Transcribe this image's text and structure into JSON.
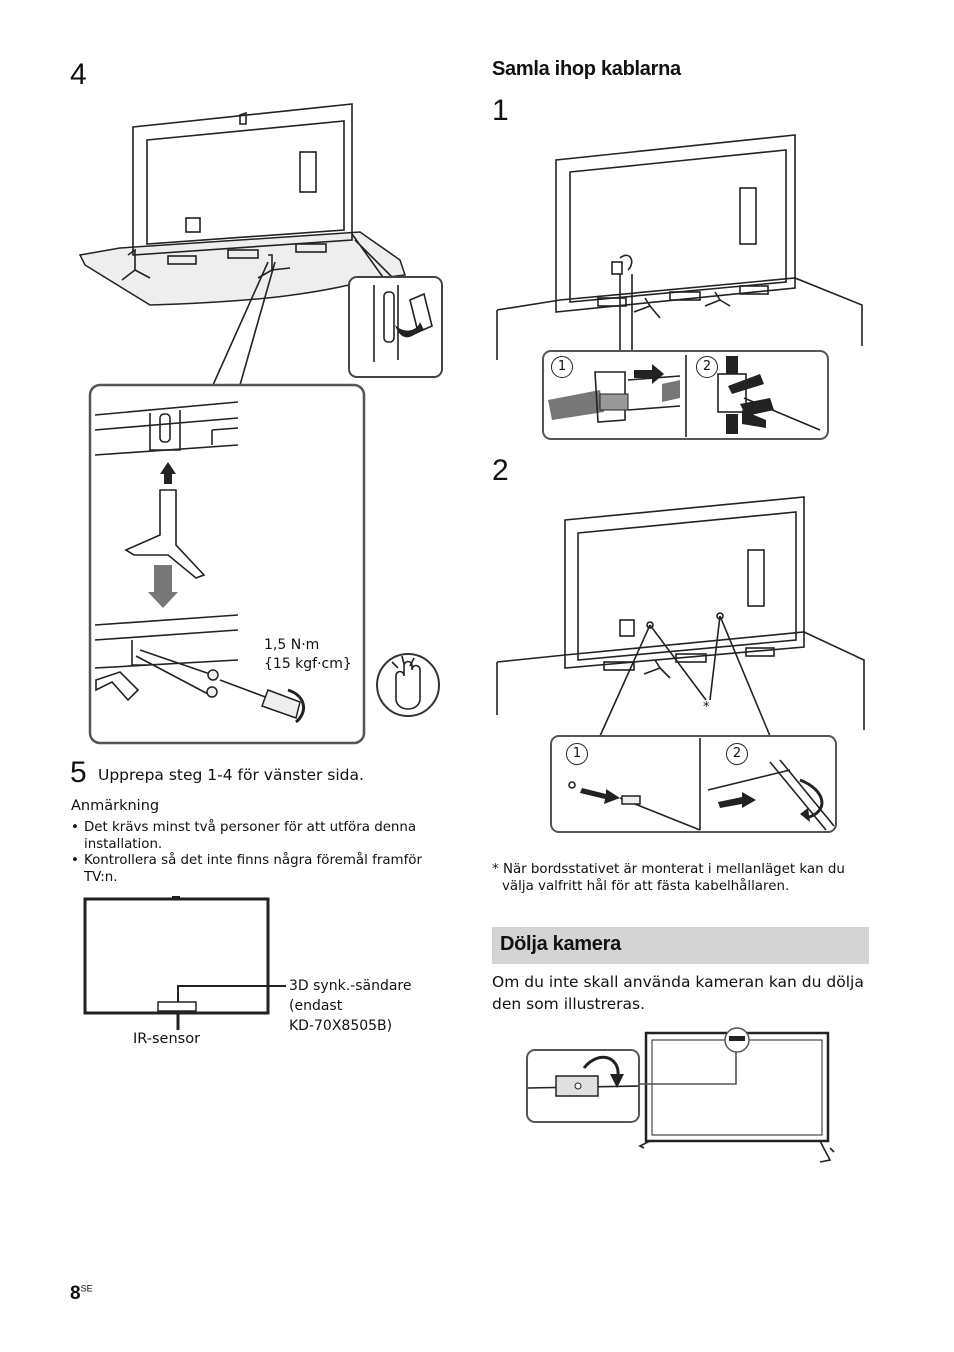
{
  "left": {
    "step4_number": "4",
    "torque_line1": "1,5 N·m",
    "torque_line2": "{15 kgf·cm}",
    "step5_number": "5",
    "step5_text": "Upprepa steg 1-4 för vänster sida.",
    "note_heading": "Anmärkning",
    "notes": [
      "Det krävs minst två personer för att utföra denna installation.",
      "Kontrollera så det inte finns några föremål framför TV:n."
    ],
    "sync_label_1": "3D synk.-sändare",
    "sync_label_2": "(endast",
    "sync_label_3": "KD-70X8505B)",
    "ir_label": "IR-sensor"
  },
  "right": {
    "section_title": "Samla ihop kablarna",
    "step1_number": "1",
    "step2_number": "2",
    "circle1": "1",
    "circle2": "2",
    "asterisk": "*",
    "footnote": "* När bordsstativet är monterat i mellanläget kan du välja valfritt hål för att fästa kabelhållaren.",
    "camera_title": "Dölja kamera",
    "camera_text": "Om du inte skall använda kameran kan du dölja den som illustreras."
  },
  "footer": {
    "page_number": "8",
    "page_suffix": "SE"
  }
}
